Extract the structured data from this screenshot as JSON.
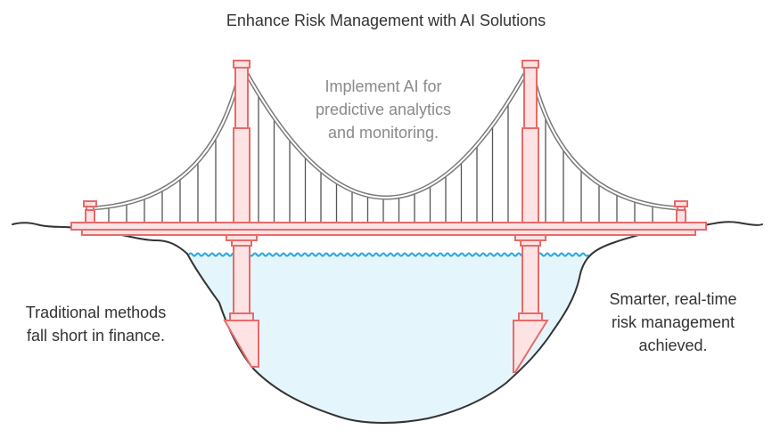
{
  "title": "Enhance Risk Management with AI Solutions",
  "middle_text": [
    "Implement AI for",
    "predictive analytics",
    "and monitoring."
  ],
  "left_text": [
    "Traditional methods",
    "fall short in finance."
  ],
  "right_text": [
    "Smarter, real-time",
    "risk management",
    "achieved."
  ],
  "colors": {
    "tower_fill": "#fde3e3",
    "tower_stroke": "#e66b6b",
    "cable": "#7a7a7a",
    "water": "#e4f6fc",
    "wave": "#27a7e0",
    "ground": "#333333"
  }
}
